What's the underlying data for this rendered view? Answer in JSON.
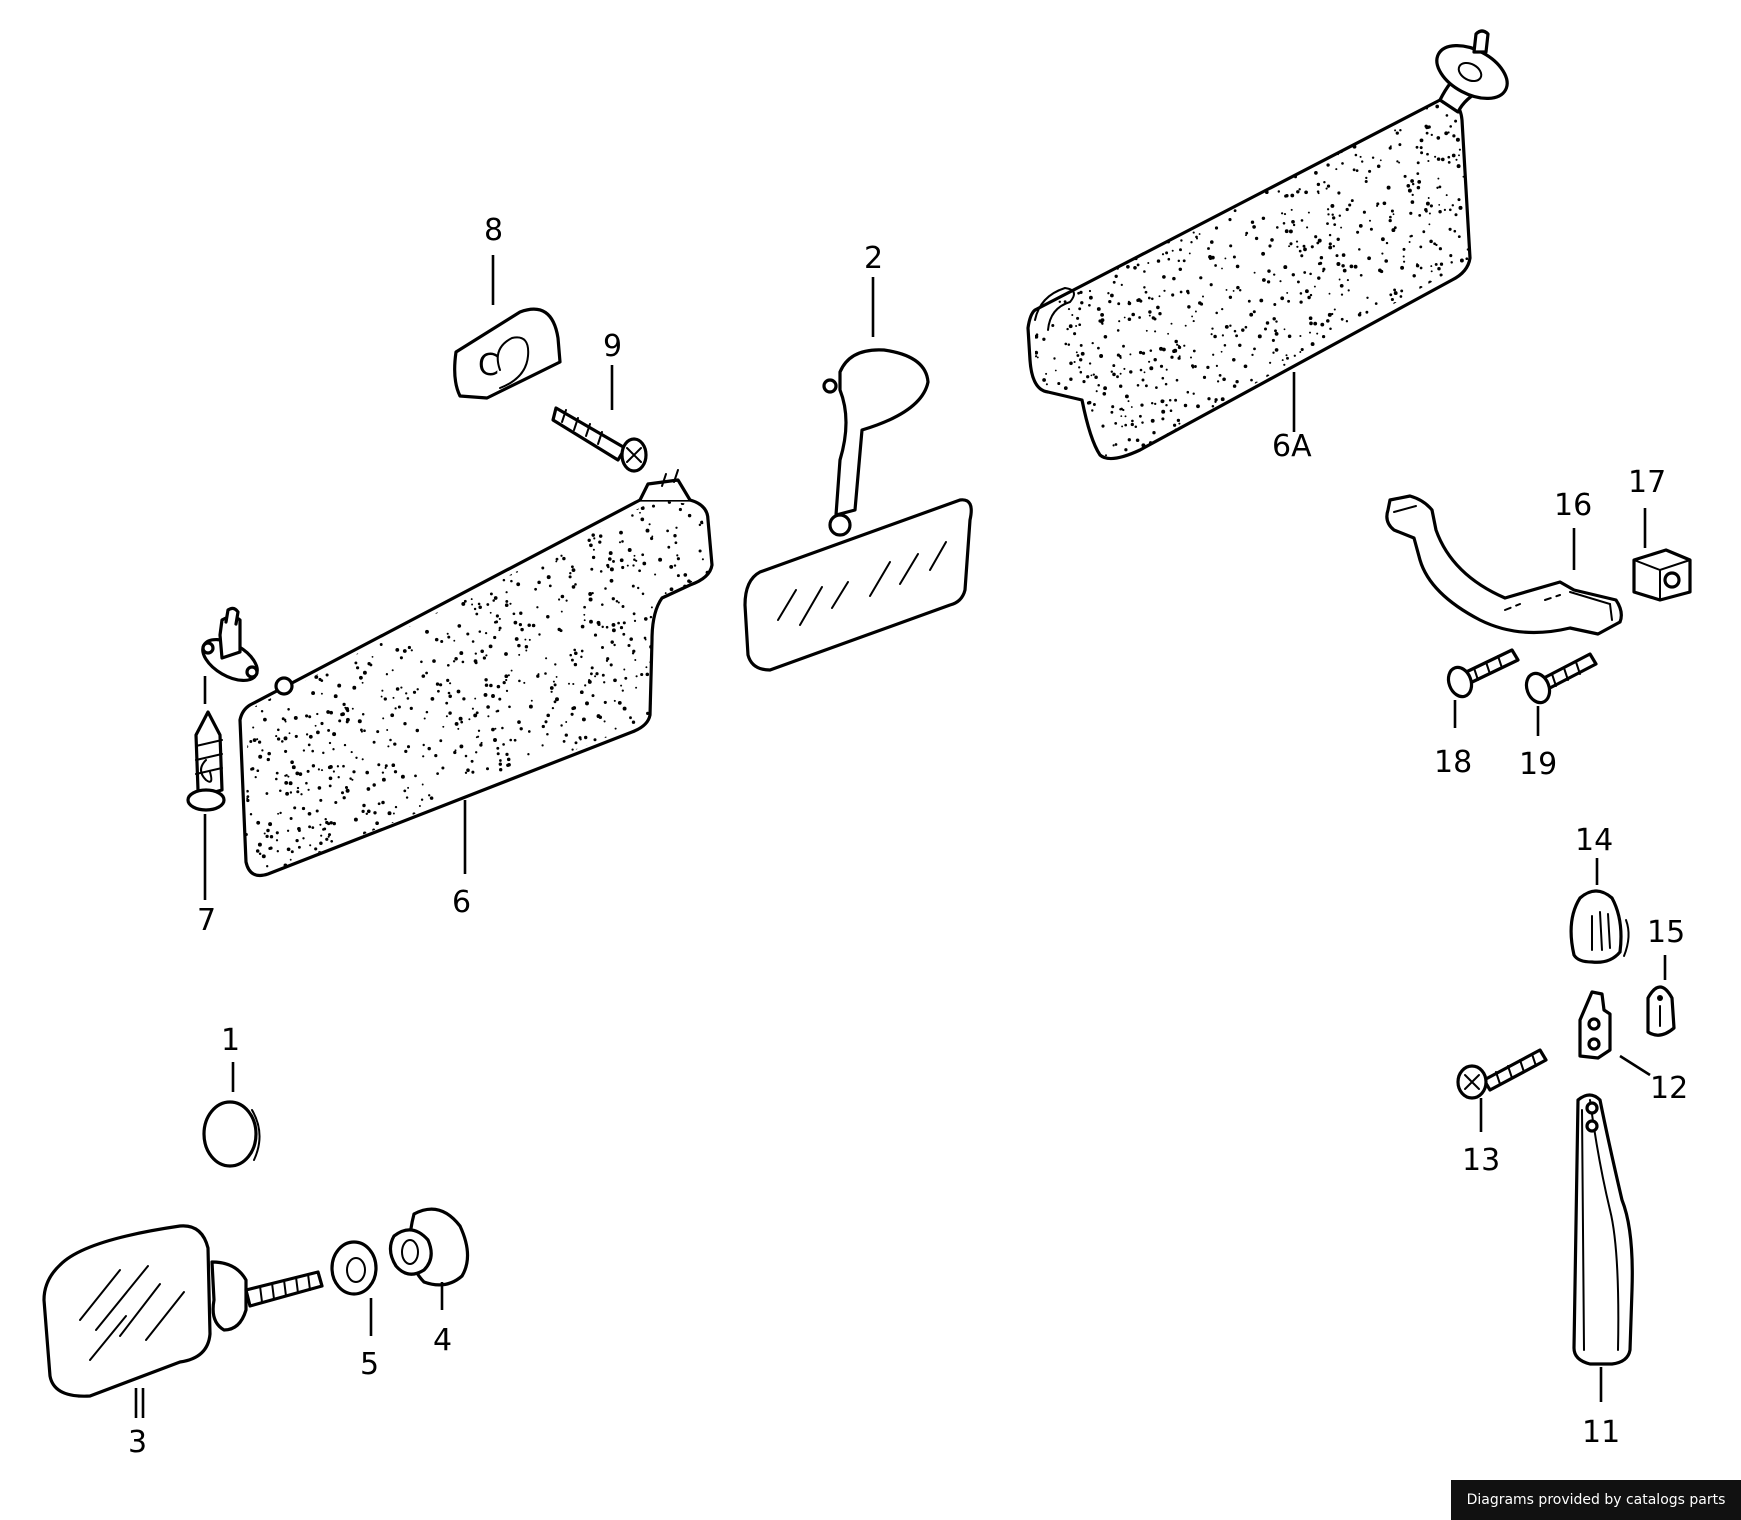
{
  "diagram": {
    "labels": {
      "1": "1",
      "2": "2",
      "3": "3",
      "4": "4",
      "5": "5",
      "6": "6",
      "6A": "6A",
      "7": "7",
      "8": "8",
      "9": "9",
      "11": "11",
      "12": "12",
      "13": "13",
      "14": "14",
      "15": "15",
      "16": "16",
      "17": "17",
      "18": "18",
      "19": "19"
    }
  },
  "footer": {
    "credit": "Diagrams provided by catalogs parts"
  }
}
